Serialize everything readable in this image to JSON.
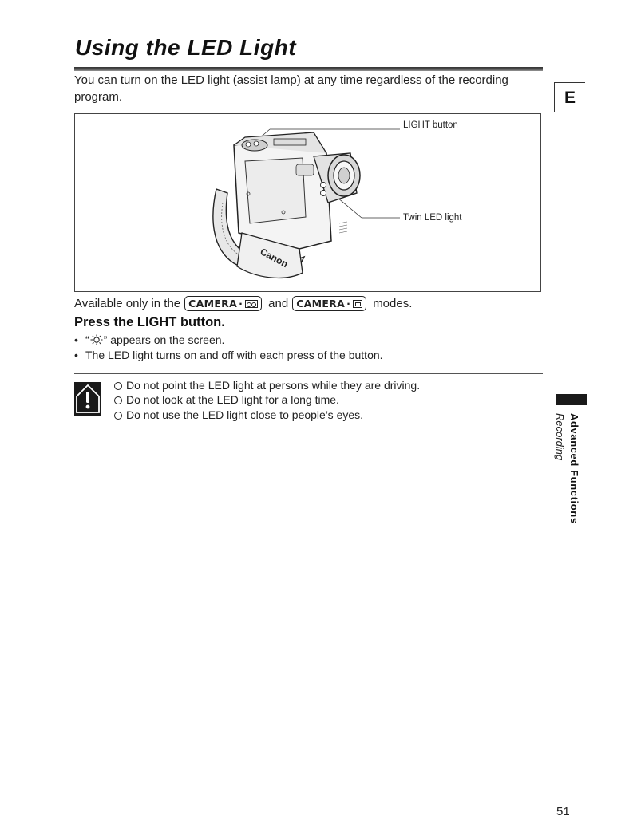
{
  "title": "Using the LED Light",
  "intro": "You can turn on the LED light (assist lamp) at any time regardless of the recording program.",
  "language_tab": "E",
  "figure": {
    "callouts": {
      "light_button": "LIGHT button",
      "twin_led": "Twin LED light"
    },
    "brand_text": "Canon"
  },
  "availability": {
    "prefix": "Available only in the",
    "mode1_label": "CAMERA",
    "mode_separator": "·",
    "conjunction": "and",
    "mode2_label": "CAMERA",
    "suffix": "modes."
  },
  "step": {
    "heading": "Press the LIGHT button.",
    "bullets": [
      {
        "marker": "•",
        "open_quote": "“",
        "icon": "light-icon",
        "close_quote": "” appears on the screen."
      },
      {
        "marker": "•",
        "text": "The LED light turns on and off with each press of the button."
      }
    ]
  },
  "notes": [
    "Do not point the LED light at persons while they are driving.",
    "Do not look at the LED light for a long time.",
    "Do not use the LED light close to people’s eyes."
  ],
  "side": {
    "section": "Advanced Functions",
    "subsection": "Recording"
  },
  "page_number": "51"
}
